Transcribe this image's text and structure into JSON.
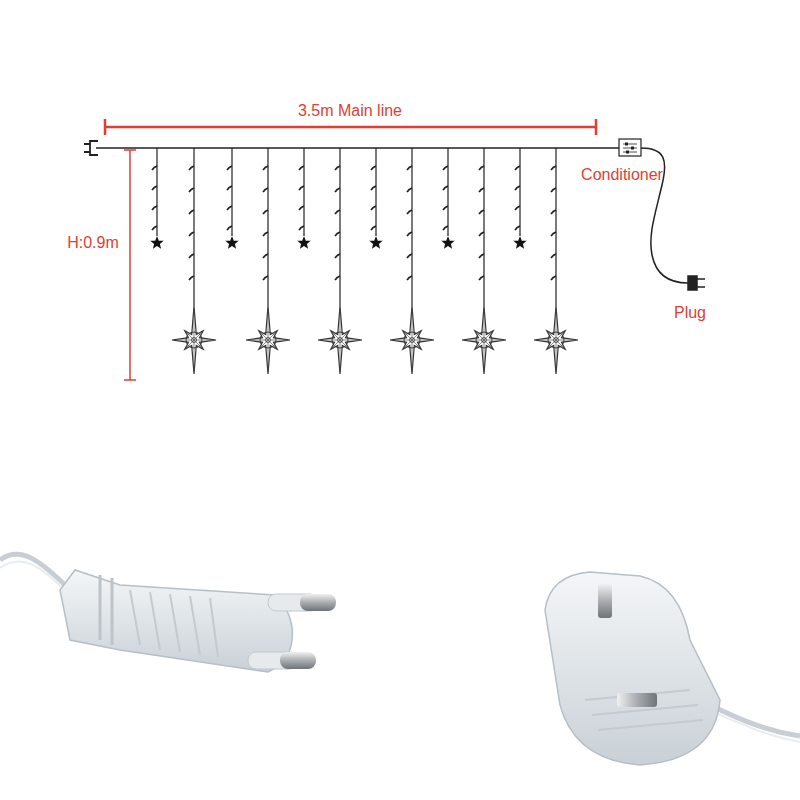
{
  "diagram": {
    "labels": [
      "3.5m Main line",
      "H:0.9m",
      "Conditioner",
      "Plug"
    ]
  }
}
